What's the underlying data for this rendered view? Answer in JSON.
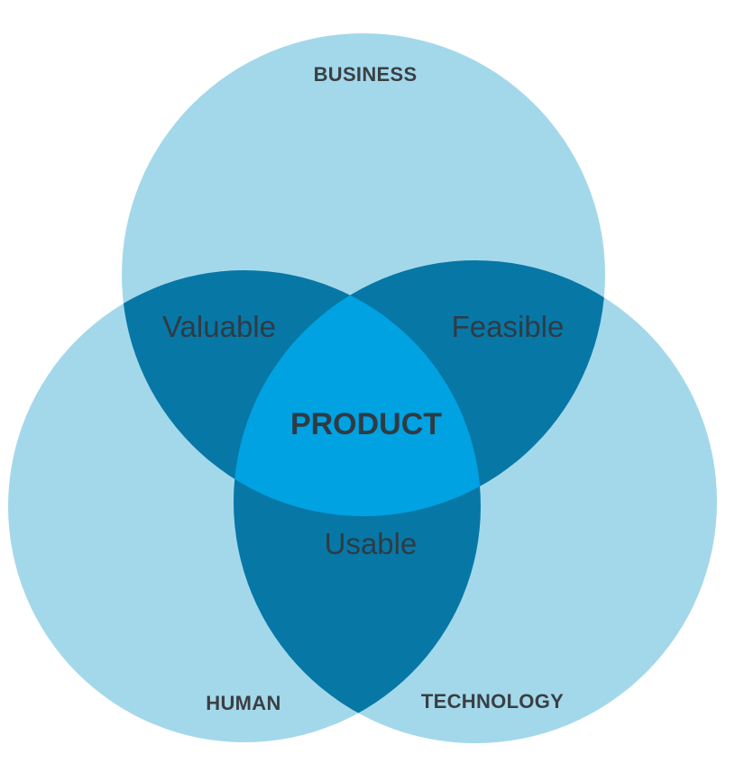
{
  "diagram": {
    "circles": {
      "business": {
        "label": "BUSINESS"
      },
      "human": {
        "label": "HUMAN"
      },
      "technology": {
        "label": "TECHNOLOGY"
      }
    },
    "overlaps": {
      "business_human": "Valuable",
      "business_technology": "Feasible",
      "human_technology": "Usable",
      "center": "PRODUCT"
    },
    "colors": {
      "single": "#a3d8ea",
      "pair": "#0777a6",
      "triple": "#00a2e1",
      "text": "#2f3b44"
    }
  }
}
